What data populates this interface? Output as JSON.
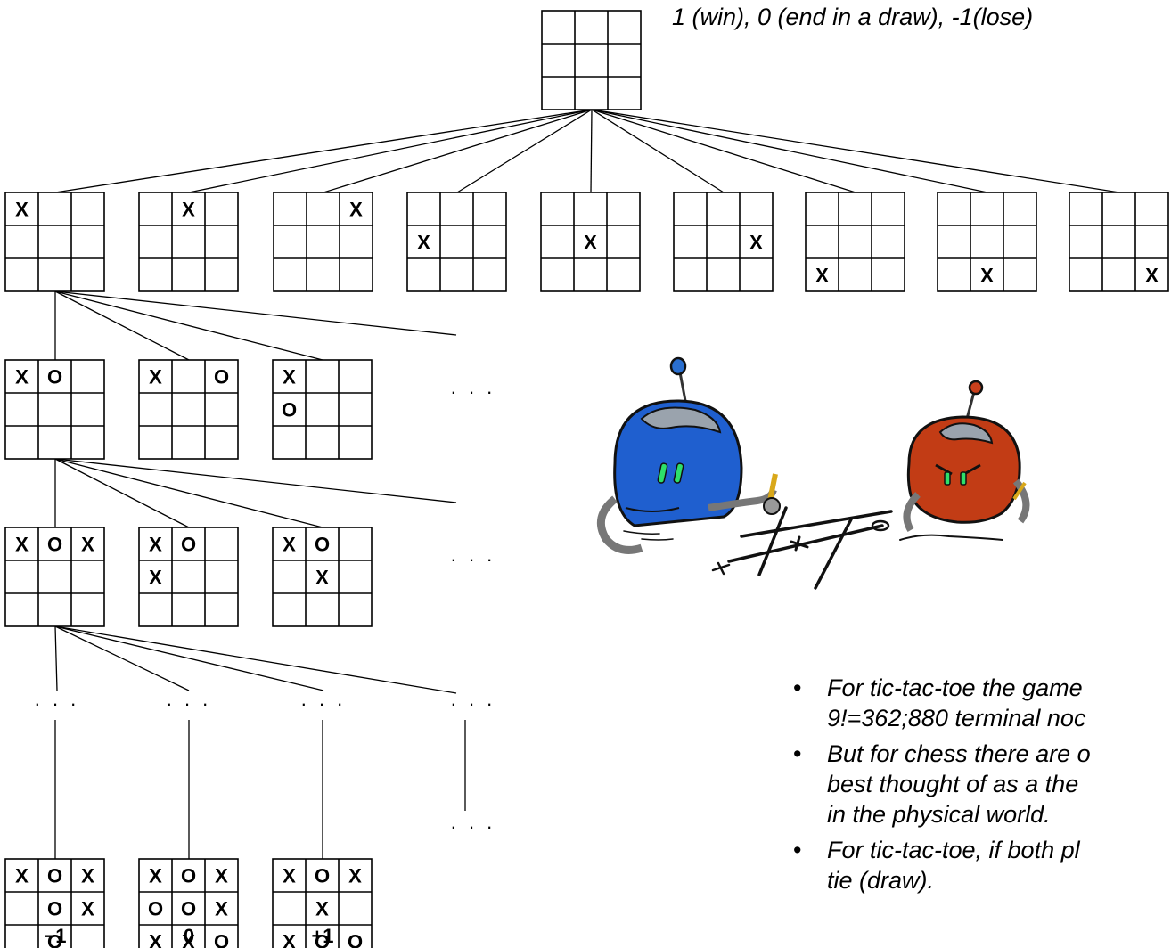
{
  "note": "1 (win), 0 (end in a draw), -1(lose)",
  "boards": {
    "root": [
      "",
      "",
      "",
      "",
      "",
      "",
      "",
      "",
      ""
    ],
    "level1": [
      [
        "X",
        "",
        "",
        "",
        "",
        "",
        "",
        "",
        ""
      ],
      [
        "",
        "X",
        "",
        "",
        "",
        "",
        "",
        "",
        ""
      ],
      [
        "",
        "",
        "X",
        "",
        "",
        "",
        "",
        "",
        ""
      ],
      [
        "",
        "",
        "",
        "X",
        "",
        "",
        "",
        "",
        ""
      ],
      [
        "",
        "",
        "",
        "",
        "X",
        "",
        "",
        "",
        ""
      ],
      [
        "",
        "",
        "",
        "",
        "",
        "X",
        "",
        "",
        ""
      ],
      [
        "",
        "",
        "",
        "",
        "",
        "",
        "X",
        "",
        ""
      ],
      [
        "",
        "",
        "",
        "",
        "",
        "",
        "",
        "X",
        ""
      ],
      [
        "",
        "",
        "",
        "",
        "",
        "",
        "",
        "",
        "X"
      ]
    ],
    "level2": [
      [
        "X",
        "O",
        "",
        "",
        "",
        "",
        "",
        "",
        ""
      ],
      [
        "X",
        "",
        "O",
        "",
        "",
        "",
        "",
        "",
        ""
      ],
      [
        "X",
        "",
        "",
        "O",
        "",
        "",
        "",
        "",
        ""
      ]
    ],
    "level3": [
      [
        "X",
        "O",
        "X",
        "",
        "",
        "",
        "",
        "",
        ""
      ],
      [
        "X",
        "O",
        "",
        "X",
        "",
        "",
        "",
        "",
        ""
      ],
      [
        "X",
        "O",
        "",
        "",
        "X",
        "",
        "",
        "",
        ""
      ]
    ],
    "terminal": [
      [
        "X",
        "O",
        "X",
        "",
        "O",
        "X",
        "",
        "O",
        ""
      ],
      [
        "X",
        "O",
        "X",
        "O",
        "O",
        "X",
        "X",
        "X",
        "O"
      ],
      [
        "X",
        "O",
        "X",
        "",
        "X",
        "",
        "X",
        "O",
        "O"
      ]
    ]
  },
  "ellipsis": ". . .",
  "utilities": [
    "−1",
    "0",
    "+1"
  ],
  "bullets": [
    [
      "For tic-tac-toe the game",
      "9!=362;880 terminal noc"
    ],
    [
      "But for chess there are o",
      "best thought of as a the",
      "in the physical world."
    ],
    [
      "For tic-tac-toe, if both pl",
      "tie (draw)."
    ]
  ],
  "illustration": {
    "blue_robot": "blue-robot",
    "red_robot": "red-robot",
    "grid": "tic-tac-toe-sketch"
  }
}
